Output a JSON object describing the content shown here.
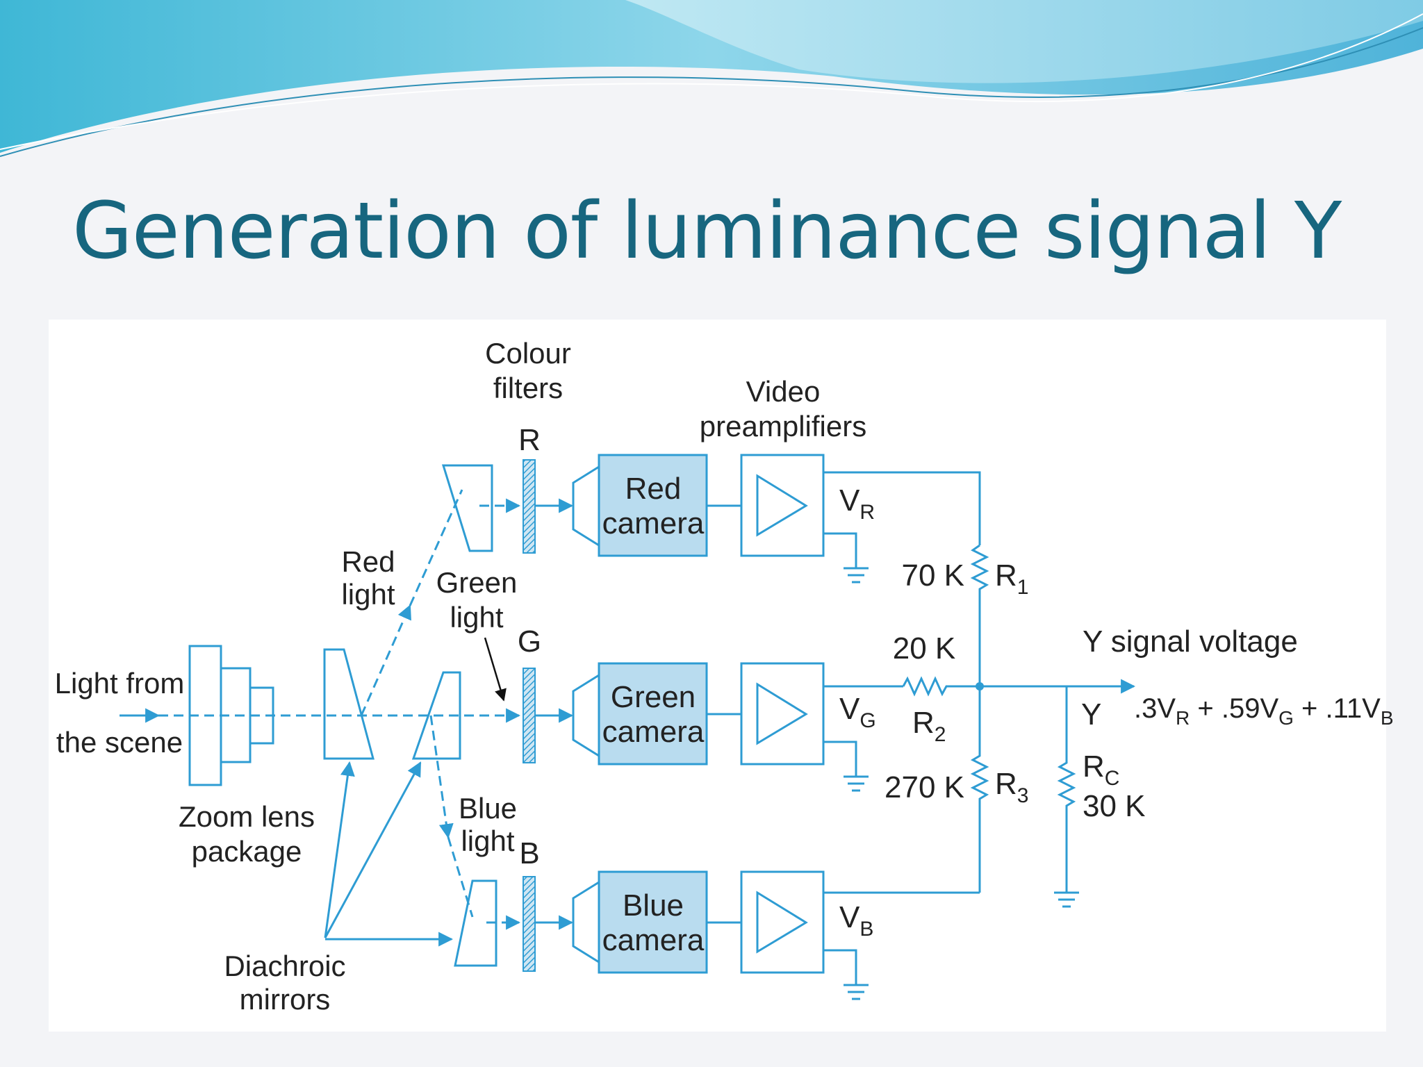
{
  "slide": {
    "title": "Generation of luminance signal Y"
  },
  "labels": {
    "colour_filters_1": "Colour",
    "colour_filters_2": "filters",
    "video_preamp_1": "Video",
    "video_preamp_2": "preamplifiers",
    "filter_r": "R",
    "filter_g": "G",
    "filter_b": "B",
    "red_light_1": "Red",
    "red_light_2": "light",
    "green_light_1": "Green",
    "green_light_2": "light",
    "blue_light_1": "Blue",
    "blue_light_2": "light",
    "light_from_1": "Light from",
    "light_from_2": "the scene",
    "zoom_lens_1": "Zoom lens",
    "zoom_lens_2": "package",
    "mirrors_1": "Diachroic",
    "mirrors_2": "mirrors",
    "red_camera_1": "Red",
    "red_camera_2": "camera",
    "green_camera_1": "Green",
    "green_camera_2": "camera",
    "blue_camera_1": "Blue",
    "blue_camera_2": "camera",
    "v_r": "V",
    "v_r_sub": "R",
    "v_g": "V",
    "v_g_sub": "G",
    "v_b": "V",
    "v_b_sub": "B",
    "r1_value": "70 K",
    "r1_name": "R",
    "r1_sub": "1",
    "r2_value": "20 K",
    "r2_name": "R",
    "r2_sub": "2",
    "r3_value": "270 K",
    "r3_name": "R",
    "r3_sub": "3",
    "rc_name": "R",
    "rc_sub": "C",
    "rc_value": "30 K",
    "y_signal": "Y signal voltage",
    "y_node": "Y",
    "eq_1": ".3V",
    "eq_1_sub": "R",
    "eq_2": " + .59V",
    "eq_2_sub": "G",
    "eq_3": " + .11V",
    "eq_3_sub": "B"
  },
  "colors": {
    "title": "#17667f",
    "accent": "#2e9cd3",
    "box_fill": "#b9dcef"
  }
}
